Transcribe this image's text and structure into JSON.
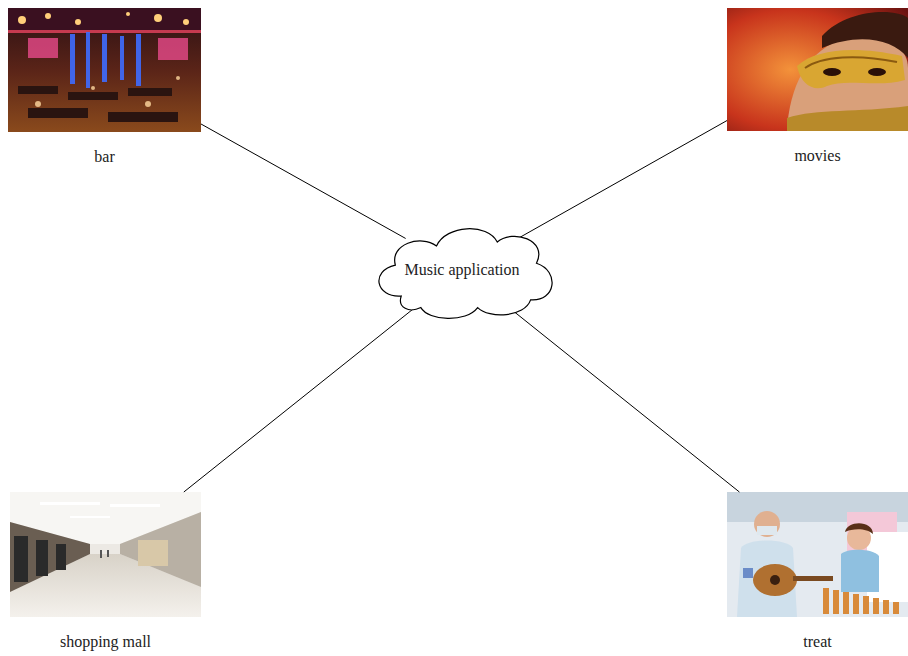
{
  "diagram": {
    "nodes": [
      {
        "text": [
          "bar"
        ]
      },
      {
        "text": [
          "movies"
        ]
      },
      {
        "text": [
          "Music application"
        ]
      },
      {
        "text": [
          "shopping mall"
        ]
      },
      {
        "text": [
          "treat"
        ]
      }
    ],
    "edges": [
      {
        "from": 2,
        "to": 0,
        "arrow": "none"
      },
      {
        "from": 2,
        "to": 1,
        "arrow": "none"
      },
      {
        "from": 2,
        "to": 3,
        "arrow": "none"
      },
      {
        "from": 2,
        "to": 4,
        "arrow": "none"
      }
    ]
  }
}
